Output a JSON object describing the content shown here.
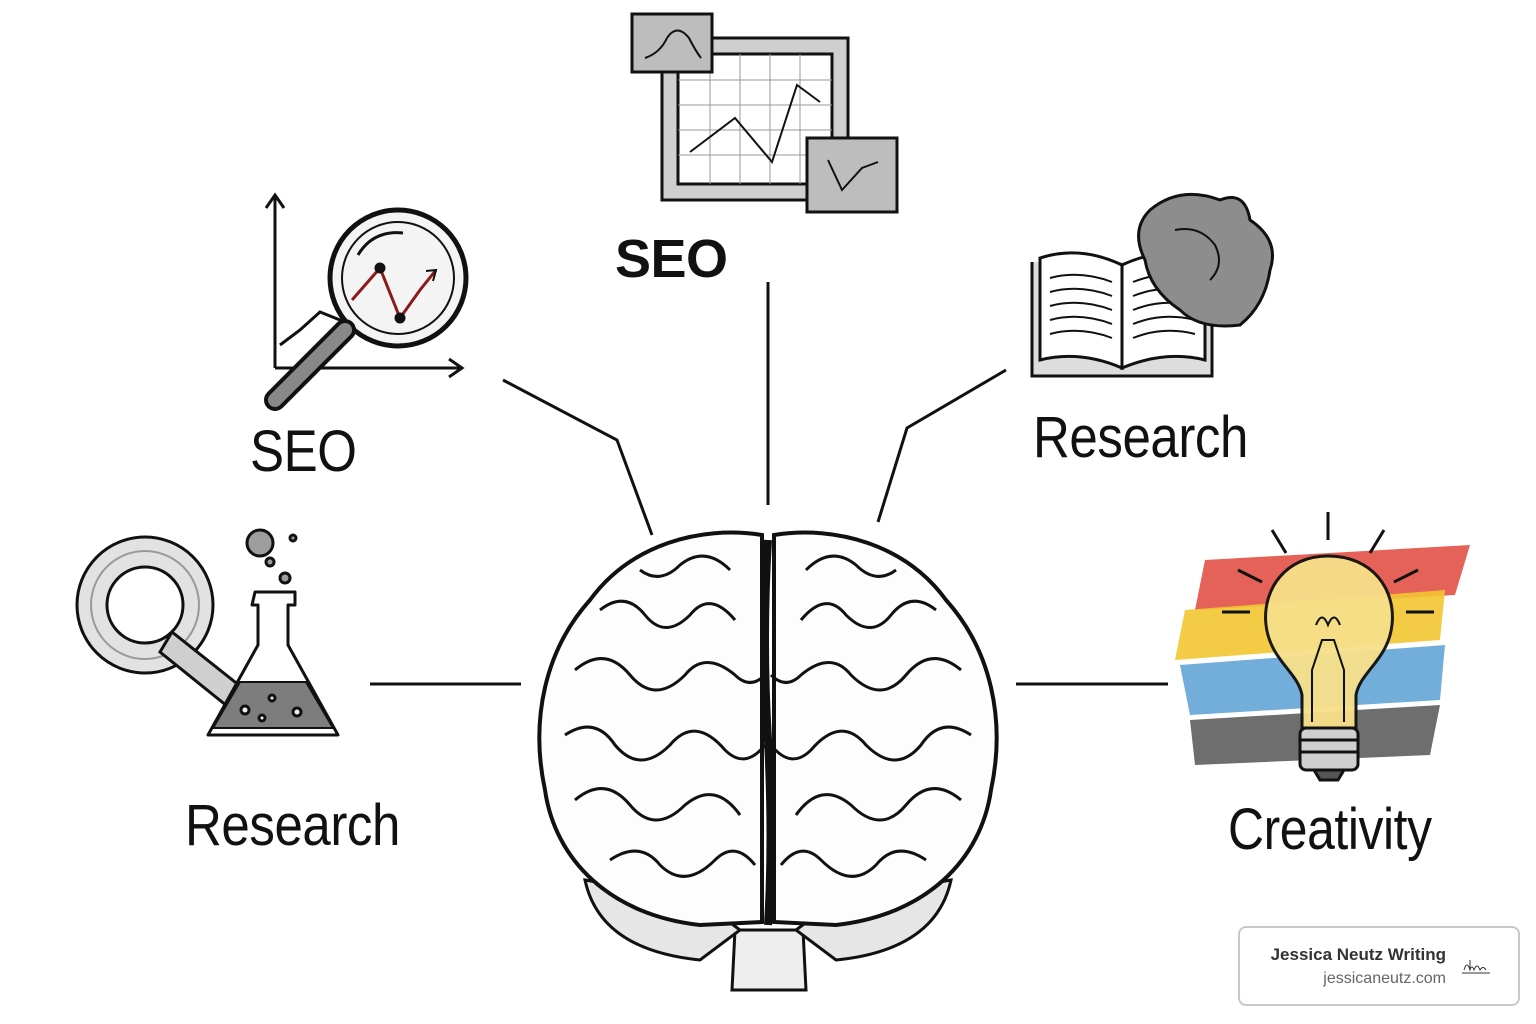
{
  "nodes": {
    "seo_left": "SEO",
    "seo_top": "SEO",
    "research_right": "Research",
    "research_left": "Research",
    "creativity": "Creativity"
  },
  "branding": {
    "title": "Jessica Neutz Writing",
    "url": "jessicaneutz.com"
  },
  "icons": [
    "brain-icon",
    "magnifier-chart-icon",
    "line-chart-frame-icon",
    "open-book-icon",
    "flask-icon",
    "lightbulb-icon"
  ],
  "colors": {
    "ink": "#111111",
    "stripe_red": "#e0473c",
    "stripe_yellow": "#f2c531",
    "stripe_blue": "#5a9fd4",
    "stripe_dark": "#555555",
    "bulb_glow": "#f7e08a"
  }
}
